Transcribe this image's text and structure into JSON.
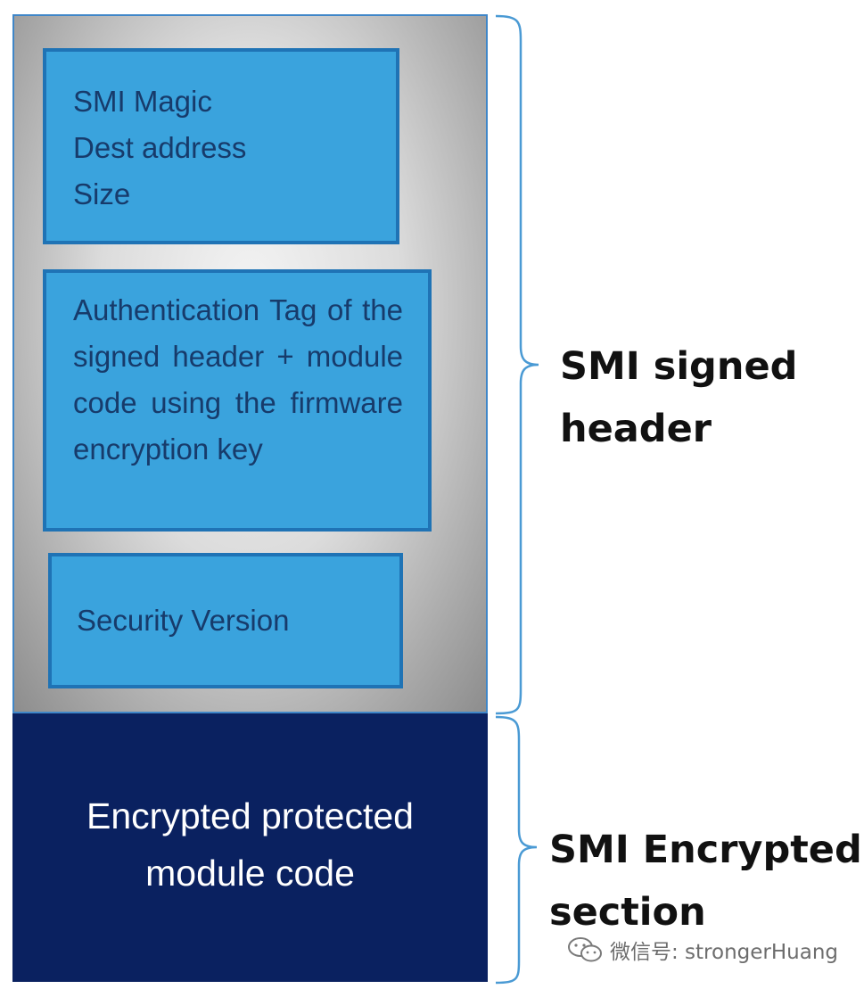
{
  "header_section": {
    "box1_lines": [
      "SMI Magic",
      "Dest address",
      "Size"
    ],
    "box2_lines": [
      "Authentication Tag of",
      "the signed header +",
      "module code using",
      "the firmware",
      "encryption key"
    ],
    "box3_text": "Security Version"
  },
  "encrypted_section": {
    "lines": [
      "Encrypted protected",
      "module code"
    ]
  },
  "labels": {
    "signed_header_lines": [
      "SMI signed",
      "header"
    ],
    "encrypted_section_lines": [
      "SMI Encrypted",
      "section"
    ]
  },
  "watermark": {
    "text": "微信号: strongerHuang",
    "icon": "wechat-icon"
  },
  "colors": {
    "field_box": "#3aa3dd",
    "field_border": "#1f73b5",
    "encrypted_bg": "#0a2160",
    "brace": "#4a9ad4"
  }
}
